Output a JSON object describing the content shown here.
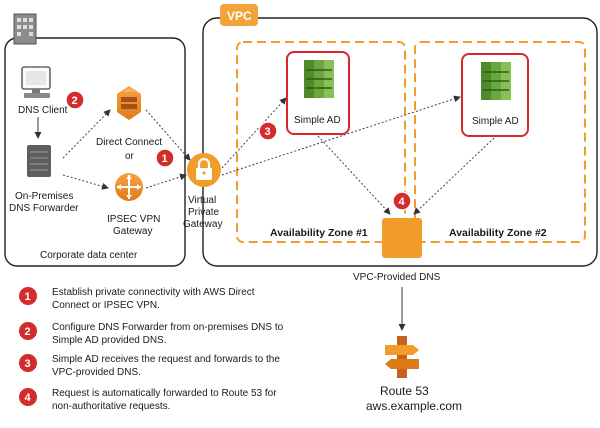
{
  "corporate": {
    "label": "Corporate data center",
    "dns_client": "DNS Client",
    "forwarder_line1": "On-Premises",
    "forwarder_line2": "DNS Forwarder",
    "direct_connect": "Direct Connect",
    "or": "or",
    "ipsec_line1": "IPSEC VPN",
    "ipsec_line2": "Gateway"
  },
  "vpc": {
    "badge": "VPC",
    "vgw_line1": "Virtual",
    "vgw_line2": "Private",
    "vgw_line3": "Gateway",
    "simple_ad_1": "Simple AD",
    "simple_ad_2": "Simple AD",
    "az1": "Availability Zone #1",
    "az2": "Availability Zone #2",
    "vpc_dns": "VPC-Provided DNS"
  },
  "route53": {
    "title": "Route 53",
    "domain": "aws.example.com"
  },
  "markers": [
    "1",
    "2",
    "3",
    "4"
  ],
  "steps": [
    {
      "num": "1",
      "line1": "Establish private connectivity with AWS Direct",
      "line2": "Connect or IPSEC VPN."
    },
    {
      "num": "2",
      "line1": "Configure DNS Forwarder from on-premises DNS to",
      "line2": "Simple AD provided DNS."
    },
    {
      "num": "3",
      "line1": "Simple AD receives the request and forwards to the",
      "line2": "VPC-provided DNS."
    },
    {
      "num": "4",
      "line1": "Request is automatically forwarded to Route 53 for",
      "line2": "non-authoritative requests."
    }
  ],
  "colors": {
    "marker_red": "#d42b2b",
    "aws_orange": "#f0902c",
    "az_dash": "#f29d2a",
    "simple_ad_border": "#d9262c",
    "simple_ad_green": "#6aa83e",
    "server_gray": "#5a5a5a"
  }
}
